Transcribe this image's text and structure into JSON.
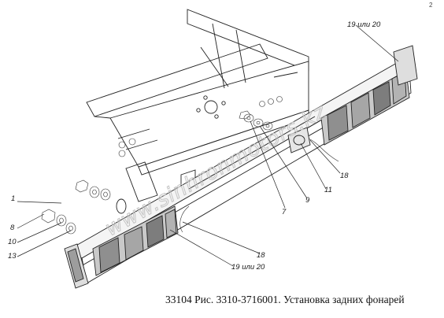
{
  "diagram": {
    "caption": "33104 Рис. 3310-3716001. Установка задних фонарей",
    "corner_mark": "2",
    "watermark": "www.sinhronmotors.kz",
    "callouts": [
      {
        "label": "1"
      },
      {
        "label": "8"
      },
      {
        "label": "10"
      },
      {
        "label": "13"
      },
      {
        "label": "7"
      },
      {
        "label": "9"
      },
      {
        "label": "11"
      },
      {
        "label": "18"
      },
      {
        "label": "19 или 20"
      },
      {
        "label": "18"
      },
      {
        "label": "19 или 20"
      }
    ]
  }
}
